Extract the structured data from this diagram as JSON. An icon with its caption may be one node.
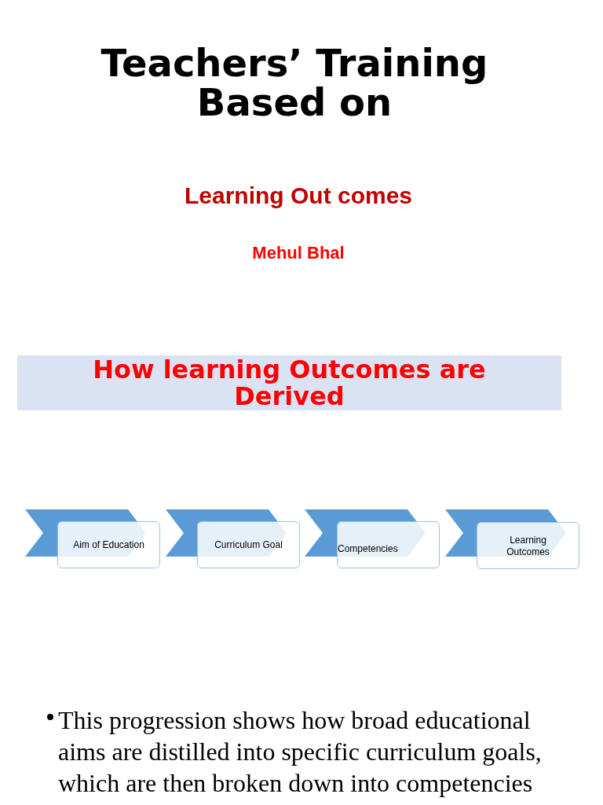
{
  "diagram": {
    "title": "Teachers’ Training Based on",
    "nodes": [
      {
        "text": [
          "How learning Outcomes are Derived"
        ]
      },
      {
        "text": [
          "Aim of Education"
        ]
      },
      {
        "text": [
          "Curriculum Goal"
        ]
      },
      {
        "text": [
          "Competencies"
        ]
      },
      {
        "text": [
          "Learning Outcomes"
        ]
      }
    ],
    "labels": [
      "Learning Out comes",
      "Mehul Bhal",
      "This progression shows how broad educational aims are distilled into specific curriculum goals, which are then broken down into competencies"
    ]
  }
}
